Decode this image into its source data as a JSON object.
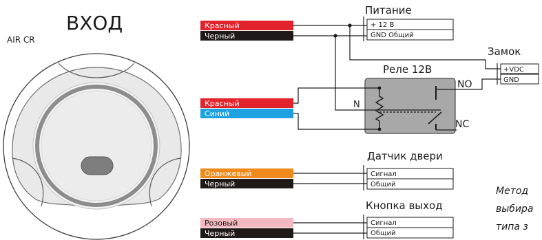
{
  "reader": {
    "title": "ВХОД",
    "model": "AIR CR"
  },
  "power": {
    "title": "Питание",
    "wires": [
      {
        "label": "Красный",
        "color": "#e3232c"
      },
      {
        "label": "Черный",
        "color": "#1f1a17"
      }
    ],
    "terminals": [
      "+ 12 В",
      "GND Общий"
    ]
  },
  "lock": {
    "title": "Замок",
    "terminals": [
      "+VDC",
      "GND"
    ]
  },
  "relay": {
    "title": "Реле 12В",
    "wires": [
      {
        "label": "Красный",
        "color": "#e3232c"
      },
      {
        "label": "Синий",
        "color": "#1ea1e0"
      }
    ],
    "pins": {
      "no": "NO",
      "n": "N",
      "nc": "NC"
    },
    "body_color": "#a8a8a8"
  },
  "door_sensor": {
    "title": "Датчик двери",
    "wires": [
      {
        "label": "Оранжевый",
        "color": "#f08a1c"
      },
      {
        "label": "Черный",
        "color": "#1f1a17"
      }
    ],
    "terminals": [
      "Сигнал",
      "Общий"
    ]
  },
  "exit_button": {
    "title": "Кнопка выход",
    "wires": [
      {
        "label": "Розовый",
        "color": "#f4b8c0"
      },
      {
        "label": "Черный",
        "color": "#1f1a17"
      }
    ],
    "terminals": [
      "Сигнал",
      "Общий"
    ]
  },
  "note": {
    "lines": [
      "Метод",
      "выбира",
      "типа з"
    ]
  }
}
